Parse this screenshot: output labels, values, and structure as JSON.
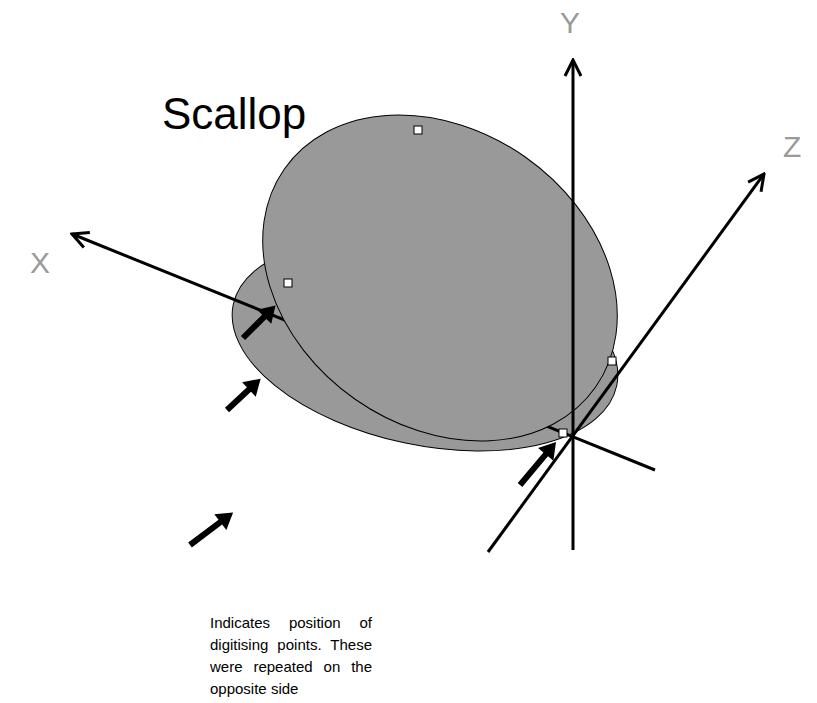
{
  "diagram": {
    "title": "Scallop",
    "labels": [
      "Y",
      "Z",
      "X",
      "Indicates position of digitising points. These were repeated on the opposite side"
    ]
  }
}
